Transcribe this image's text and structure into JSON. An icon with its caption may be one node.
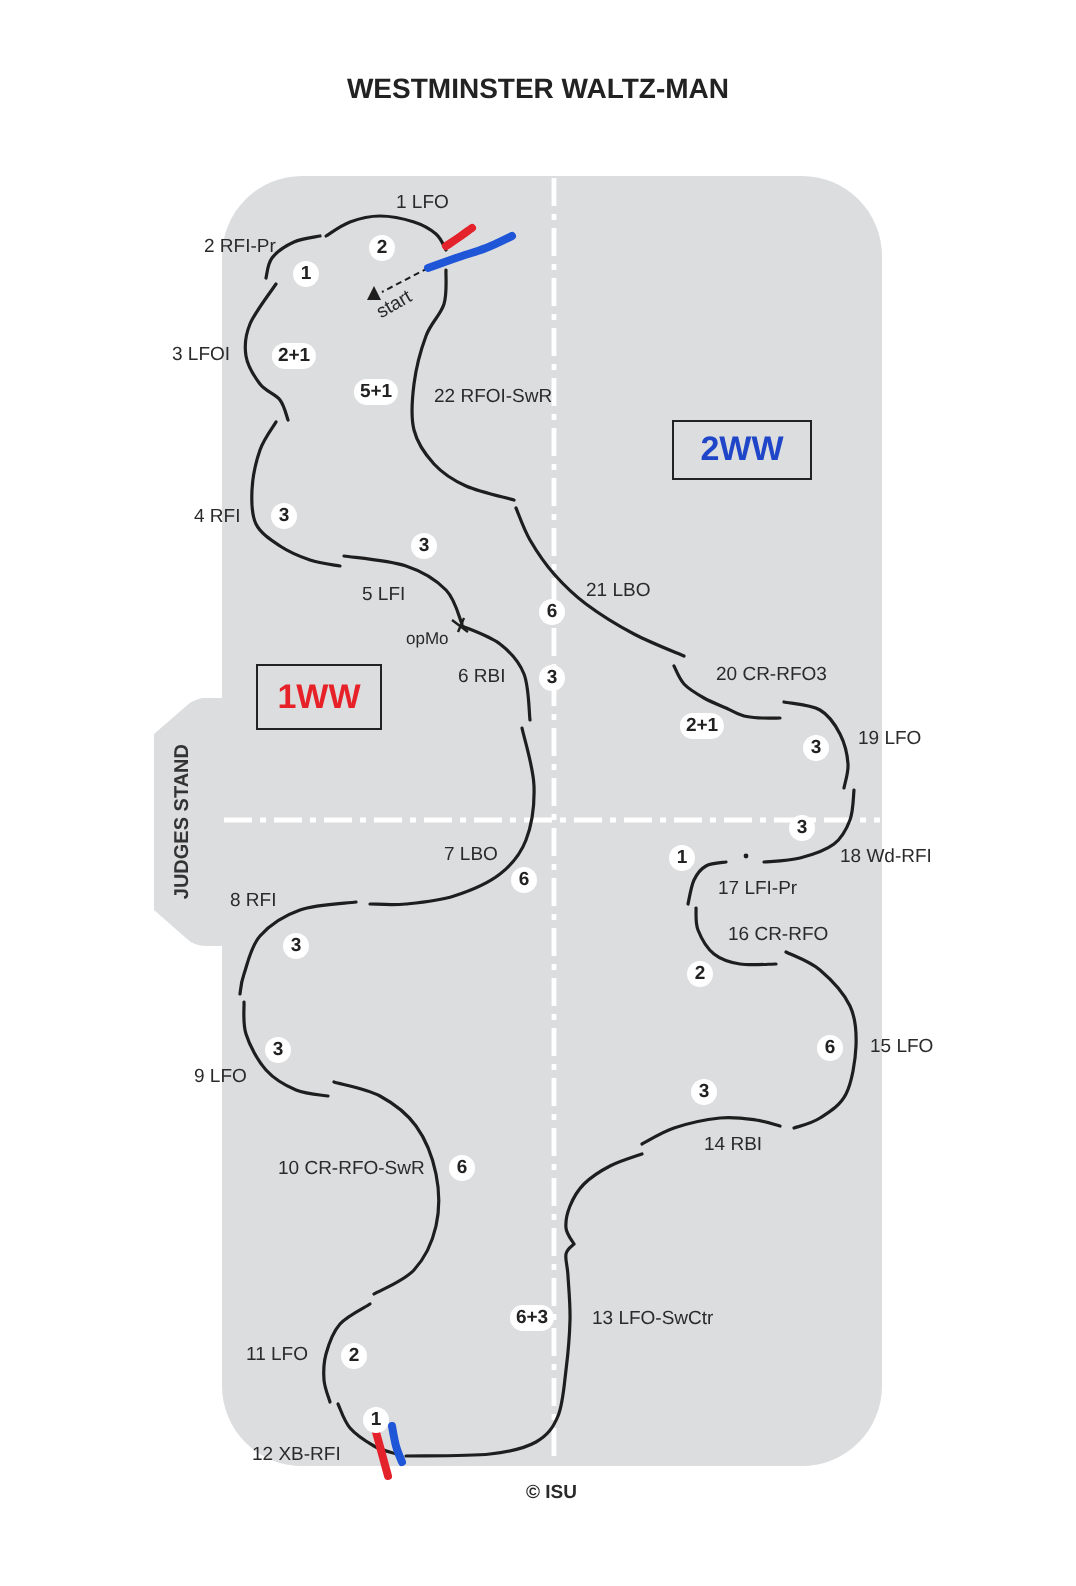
{
  "diagram": {
    "title": "WESTMINSTER WALTZ-MAN",
    "nodes": [
      {
        "text": [
          "2"
        ]
      },
      {
        "text": [
          "1"
        ]
      },
      {
        "text": [
          "2+1"
        ]
      },
      {
        "text": [
          "5+1"
        ]
      },
      {
        "text": [
          "2WW"
        ]
      },
      {
        "text": [
          "3"
        ]
      },
      {
        "text": [
          "3"
        ]
      },
      {
        "text": [
          "6"
        ]
      },
      {
        "text": [
          "3"
        ]
      },
      {
        "text": [
          "1WW"
        ]
      },
      {
        "text": [
          "2+1"
        ]
      },
      {
        "text": [
          "3"
        ]
      },
      {
        "text": [
          "JUDGES STAND"
        ]
      },
      {
        "text": [
          "3"
        ]
      },
      {
        "text": [
          "1"
        ]
      },
      {
        "text": [
          "6"
        ]
      },
      {
        "text": [
          "3"
        ]
      },
      {
        "text": [
          "2"
        ]
      },
      {
        "text": [
          "3"
        ]
      },
      {
        "text": [
          "6"
        ]
      },
      {
        "text": [
          "3"
        ]
      },
      {
        "text": [
          "6"
        ]
      },
      {
        "text": [
          "6+3"
        ]
      },
      {
        "text": [
          "2"
        ]
      },
      {
        "text": [
          "1"
        ]
      }
    ],
    "labels": [
      "1 LFO",
      "2 RFI-Pr",
      "start",
      "3 LFOI",
      "22 RFOI-SwR",
      "4 RFI",
      "21 LBO",
      "5 LFI",
      "opMo",
      "20 CR-RFO3",
      "6 RBI",
      "19 LFO",
      "7 LBO",
      "18 Wd-RFI",
      "17 LFI-Pr",
      "8 RFI",
      "16 CR-RFO",
      "15 LFO",
      "9 LFO",
      "14 RBI",
      "10 CR-RFO-SwR",
      "13 LFO-SwCtr",
      "11 LFO",
      "12 XB-RFI",
      "© ISU"
    ]
  }
}
